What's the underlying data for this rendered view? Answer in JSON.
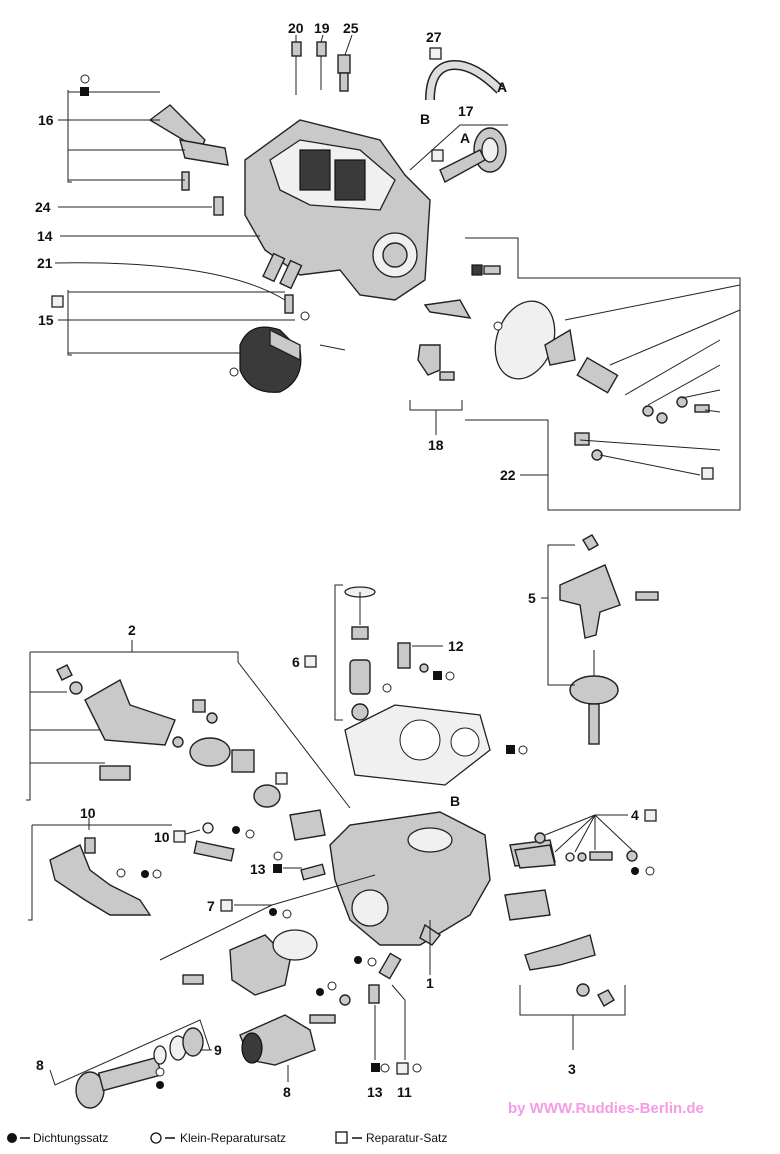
{
  "callouts": {
    "c1": "1",
    "c2": "2",
    "c3": "3",
    "c4": "4",
    "c5": "5",
    "c6": "6",
    "c7": "7",
    "c8": "8",
    "c8b": "8",
    "c9": "9",
    "c10": "10",
    "c10b": "10",
    "c11": "11",
    "c12": "12",
    "c13": "13",
    "c13b": "13",
    "c14": "14",
    "c15": "15",
    "c16": "16",
    "c17": "17",
    "c18": "18",
    "c19": "19",
    "c20": "20",
    "c21": "21",
    "c22": "22",
    "c24": "24",
    "c25": "25",
    "c27": "27"
  },
  "hose_labels": {
    "a1": "A",
    "a2": "A",
    "b1": "B",
    "b2": "B"
  },
  "legend": {
    "dichtung": "Dichtungssatz",
    "klein": "Klein-Reparatursatz",
    "reparatur": "Reparatur-Satz"
  },
  "watermark": "by  WWW.Ruddies-Berlin.de"
}
